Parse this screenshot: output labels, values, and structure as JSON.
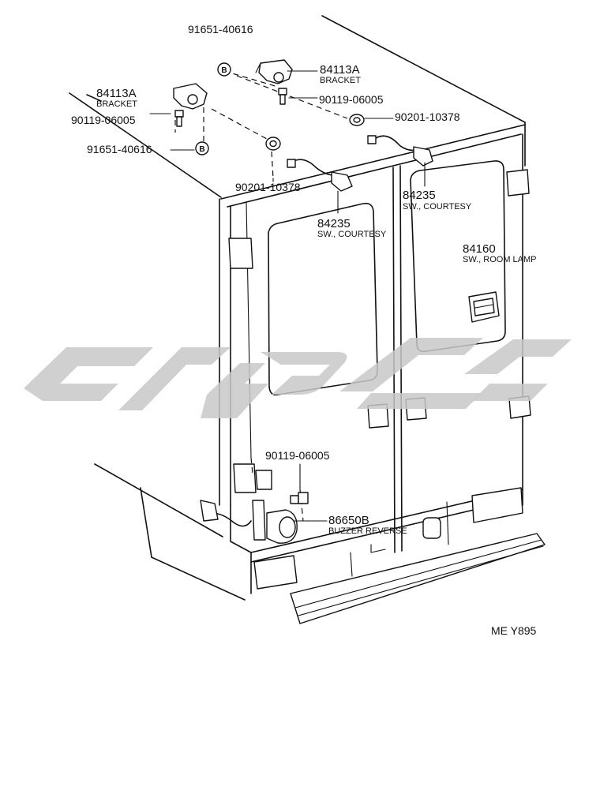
{
  "callouts": {
    "clip_top": {
      "part_no": "91651-40616",
      "badge": "B"
    },
    "clip_left": {
      "part_no": "91651-40616",
      "badge": "B"
    },
    "bracket_right": {
      "part_no": "84113A",
      "name": "BRACKET"
    },
    "bracket_left": {
      "part_no": "84113A",
      "name": "BRACKET"
    },
    "bolt_right": {
      "part_no": "90119-06005"
    },
    "bolt_left": {
      "part_no": "90119-06005"
    },
    "grommet_right": {
      "part_no": "90201-10378"
    },
    "grommet_left": {
      "part_no": "90201-10378"
    },
    "switch_left": {
      "part_no": "84235",
      "name": "SW., COURTESY"
    },
    "switch_right": {
      "part_no": "84235",
      "name": "SW., COURTESY"
    },
    "room_lamp_switch": {
      "part_no": "84160",
      "name": "SW., ROOM LAMP"
    },
    "bolt_bottom": {
      "part_no": "90119-06005"
    },
    "buzzer": {
      "part_no": "86650B",
      "name": "BUZZER REVERSE"
    }
  },
  "figure_code": "ME Y895",
  "colors": {
    "line": "#111111",
    "watermark": "#c8c8c8",
    "background": "#ffffff"
  }
}
